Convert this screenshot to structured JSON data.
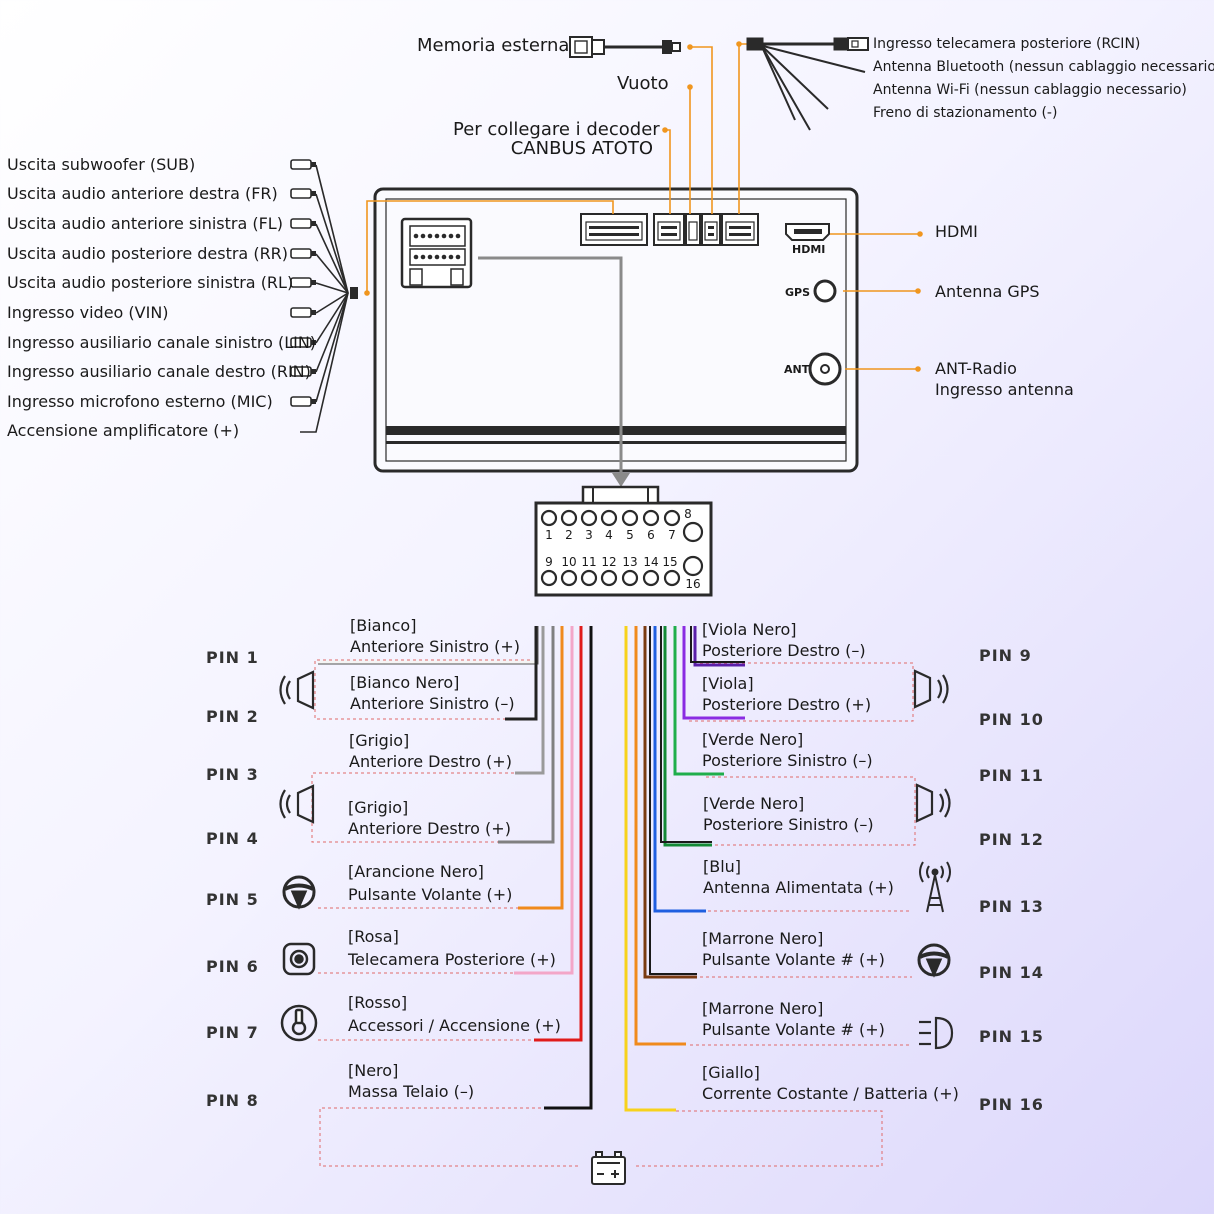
{
  "top": {
    "external_memory": "Memoria esterna",
    "empty": "Vuoto",
    "canbus_line1": "Per collegare i decoder",
    "canbus_line2": "CANBUS ATOTO",
    "cable_labels": [
      "Ingresso telecamera posteriore (RCIN)",
      "Antenna Bluetooth (nessun cablaggio necessario)",
      "Antenna Wi-Fi (nessun cablaggio necessario)",
      "Freno di stazionamento (-)"
    ]
  },
  "left_labels": [
    "Uscita subwoofer (SUB)",
    "Uscita audio anteriore destra (FR)",
    "Uscita audio anteriore sinistra (FL)",
    "Uscita audio posteriore destra (RR)",
    "Uscita audio posteriore sinistra (RL)",
    "Ingresso video (VIN)",
    "Ingresso ausiliario canale sinistro (LIN)",
    "Ingresso ausiliario canale destro (RIN)",
    "Ingresso microfono esterno (MIC)",
    "Accensione amplificatore (+)"
  ],
  "right_ports": {
    "hdmi_tag": "HDMI",
    "hdmi_label": "HDMI",
    "gps_tag": "GPS",
    "gps_label": "Antenna GPS",
    "ant_tag": "ANT",
    "ant_line1": "ANT-Radio",
    "ant_line2": "Ingresso antenna"
  },
  "connector": {
    "top_numbers": [
      "1",
      "2",
      "3",
      "4",
      "5",
      "6",
      "7",
      "8"
    ],
    "bottom_numbers": [
      "9",
      "10",
      "11",
      "12",
      "13",
      "14",
      "15",
      "16"
    ]
  },
  "pins_left": [
    {
      "pin": "PIN 1",
      "color_name": "[Bianco]",
      "desc": "Anteriore Sinistro (+)",
      "wire": "#f4f4f4"
    },
    {
      "pin": "PIN 2",
      "color_name": "[Bianco Nero]",
      "desc": "Anteriore Sinistro (–)",
      "wire": "#222222"
    },
    {
      "pin": "PIN 3",
      "color_name": "[Grigio]",
      "desc": "Anteriore Destro (+)",
      "wire": "#9a9a9a"
    },
    {
      "pin": "PIN 4",
      "color_name": "[Grigio]",
      "desc": "Anteriore Destro (+)",
      "wire": "#808080"
    },
    {
      "pin": "PIN 5",
      "color_name": "[Arancione Nero]",
      "desc": "Pulsante Volante (+)",
      "wire": "#f08a1c"
    },
    {
      "pin": "PIN 6",
      "color_name": "[Rosa]",
      "desc": "Telecamera Posteriore (+)",
      "wire": "#f3a6c8"
    },
    {
      "pin": "PIN 7",
      "color_name": "[Rosso]",
      "desc": "Accessori / Accensione (+)",
      "wire": "#e01b1b"
    },
    {
      "pin": "PIN 8",
      "color_name": "[Nero]",
      "desc": "Massa Telaio (–)",
      "wire": "#111111"
    }
  ],
  "pins_right": [
    {
      "pin": "PIN 9",
      "color_name": "[Viola Nero]",
      "desc": "Posteriore Destro (–)",
      "wire": "#5a1fa8"
    },
    {
      "pin": "PIN 10",
      "color_name": "[Viola]",
      "desc": "Posteriore Destro (+)",
      "wire": "#8a2be2"
    },
    {
      "pin": "PIN 11",
      "color_name": "[Verde Nero]",
      "desc": "Posteriore Sinistro (–)",
      "wire": "#1fae4b"
    },
    {
      "pin": "PIN 12",
      "color_name": "[Verde Nero]",
      "desc": "Posteriore Sinistro (–)",
      "wire": "#138a36"
    },
    {
      "pin": "PIN 13",
      "color_name": "[Blu]",
      "desc": "Antenna Alimentata (+)",
      "wire": "#1f5fe0"
    },
    {
      "pin": "PIN 14",
      "color_name": "[Marrone Nero]",
      "desc": "Pulsante Volante # (+)",
      "wire": "#7a3b12"
    },
    {
      "pin": "PIN 15",
      "color_name": "[Marrone Nero]",
      "desc": "Pulsante Volante # (+)",
      "wire": "#f08a1c"
    },
    {
      "pin": "PIN 16",
      "color_name": "[Giallo]",
      "desc": "Corrente Costante / Batteria (+)",
      "wire": "#f7d21c"
    }
  ],
  "accent": "#f0961f",
  "icons": [
    "speaker-icon",
    "steering-wheel-icon",
    "camera-icon",
    "ignition-key-icon",
    "antenna-tower-icon",
    "headlight-icon",
    "battery-icon"
  ]
}
